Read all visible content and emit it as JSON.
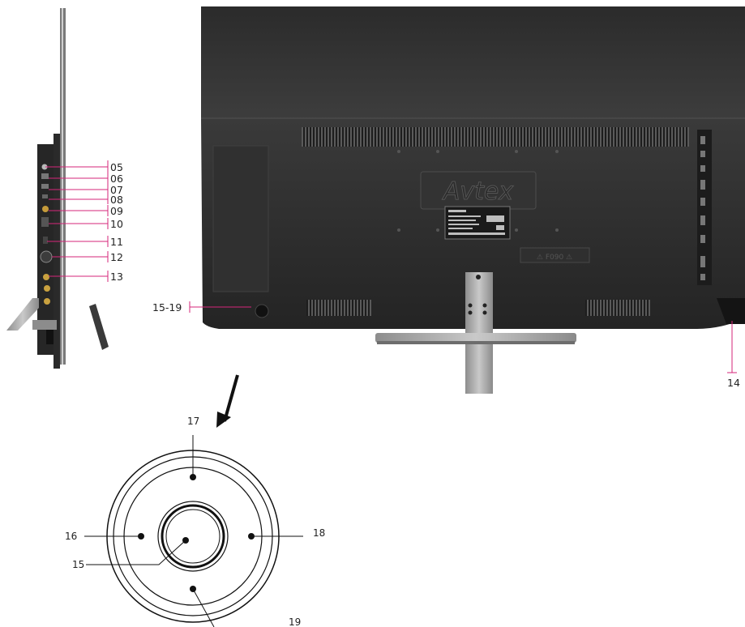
{
  "side_view_labels": [
    "05",
    "06",
    "07",
    "08",
    "09",
    "10",
    "11",
    "12",
    "13"
  ],
  "rear_view": {
    "brand_logo": "Avtex",
    "label_left": "15-19",
    "label_right": "14"
  },
  "control_dial": {
    "center": "15",
    "left": "16",
    "top": "17",
    "right": "18",
    "bottom": "19"
  },
  "colors": {
    "callout_line": "#d6267a",
    "tv_body": "#2c2c2c",
    "stand": "#a9a9a9"
  },
  "icons": [
    "arrow-down-left-icon"
  ]
}
